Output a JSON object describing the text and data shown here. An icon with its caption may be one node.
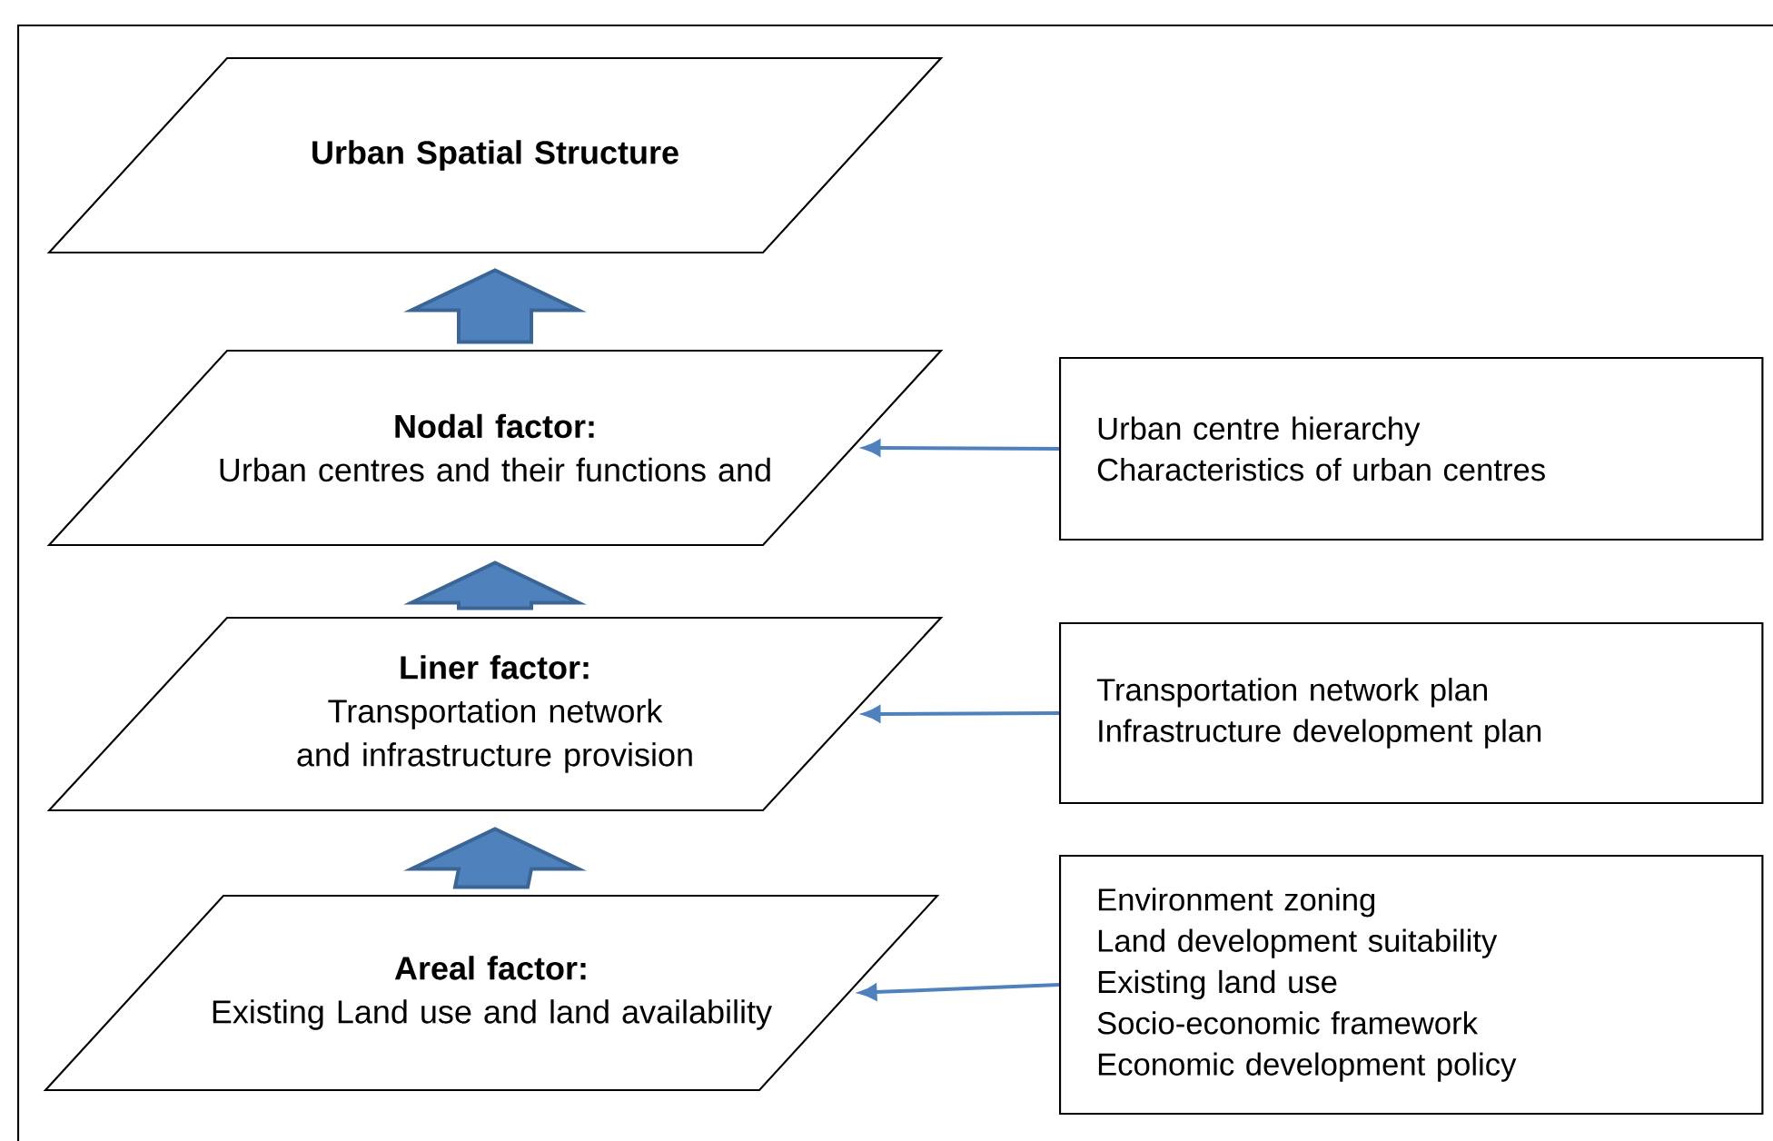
{
  "diagram": {
    "nodes": [
      {
        "text": [
          "Urban Spatial Structure"
        ]
      },
      {
        "text": [
          "Nodal factor:",
          "Urban centres and their functions and"
        ]
      },
      {
        "text": [
          "Liner factor:",
          "Transportation network and infrastructure provision"
        ]
      },
      {
        "text": [
          "Areal factor:",
          "Existing Land use and land availability"
        ]
      },
      {
        "text": [
          "Urban centre hierarchy",
          "Characteristics of urban centres"
        ]
      },
      {
        "text": [
          "Transportation network plan",
          "Infrastructure development plan"
        ]
      },
      {
        "text": [
          "Environment zoning",
          "Land development suitability",
          "Existing land use",
          "Socio-economic framework",
          "Economic development policy"
        ]
      }
    ],
    "edges": [
      {
        "from": 1,
        "to": 0,
        "arrow": "to",
        "style": "thick"
      },
      {
        "from": 2,
        "to": 1,
        "arrow": "to",
        "style": "thick"
      },
      {
        "from": 3,
        "to": 2,
        "arrow": "to",
        "style": "thick"
      },
      {
        "from": 4,
        "to": 1,
        "arrow": "to"
      },
      {
        "from": 5,
        "to": 2,
        "arrow": "to"
      },
      {
        "from": 6,
        "to": 3,
        "arrow": "to"
      }
    ]
  }
}
